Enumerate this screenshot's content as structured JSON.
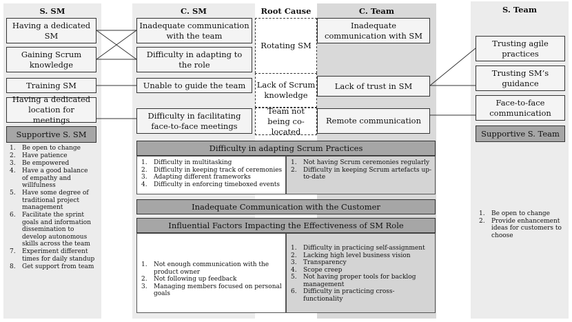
{
  "headers": {
    "s_sm": "S. SM",
    "c_sm": "C. SM",
    "root_cause": "Root Cause",
    "c_team": "C. Team",
    "s_team": "S. Team"
  },
  "s_sm_boxes": [
    "Having a dedicated SM",
    "Gaining Scrum knowledge",
    "Training SM",
    "Having a dedicated location for meetings"
  ],
  "c_sm_boxes": [
    "Inadequate communication with the team",
    "Difficulty in adapting to the role",
    "Unable to guide the team",
    "Difficulty in facilitating face-to-face meetings"
  ],
  "root_causes": [
    "Rotating SM",
    "Lack of Scrum knowledge",
    "Team not being co-located"
  ],
  "c_team_boxes": [
    "Inadequate communication with SM",
    "Lack of trust in SM",
    "Remote communication"
  ],
  "s_team_boxes": [
    "Trusting agile practices",
    "Trusting SM’s guidance",
    "Face-to-face communication"
  ],
  "supportive_sm": {
    "title": "Supportive S. SM",
    "items": [
      "Be open to change",
      "Have patience",
      "Be empowered",
      "Have a good balance of empathy and willfulness",
      "Have some degree of traditional project management",
      "Facilitate the sprint goals and information dissemination to develop autonomous skills across the team",
      "Experiment different times for daily standup",
      "Get support from team"
    ]
  },
  "supportive_team": {
    "title": "Supportive S. Team",
    "items": [
      "Be open to change",
      "Provide enhancement ideas for customers to choose"
    ]
  },
  "scrum_practices": {
    "title": "Difficulty in adapting Scrum Practices",
    "left": [
      "Difficulty in multitasking",
      "Difficulty in keeping track of ceremonies",
      "Adapting different frameworks",
      "Difficulty in enforcing timeboxed events"
    ],
    "right": [
      "Not having Scrum ceremonies regularly",
      "Difficulty in keeping Scrum artefacts up-to-date"
    ]
  },
  "customer_bar": "Inadequate Communication with the Customer",
  "influential": {
    "title": "Influential Factors Impacting the Effectiveness of SM Role",
    "left": [
      "Not enough communication with the product owner",
      "Not following up feedback",
      "Managing members focused on personal goals"
    ],
    "right": [
      "Difficulty in practicing self-assignment",
      "Lacking high level business vision",
      "Transparency",
      "Scope creep",
      "Not having proper tools for backlog management",
      "Difficulty in practicing cross-functionality"
    ]
  },
  "numbers": [
    "1.",
    "2.",
    "3.",
    "4.",
    "5.",
    "6.",
    "7.",
    "8."
  ]
}
